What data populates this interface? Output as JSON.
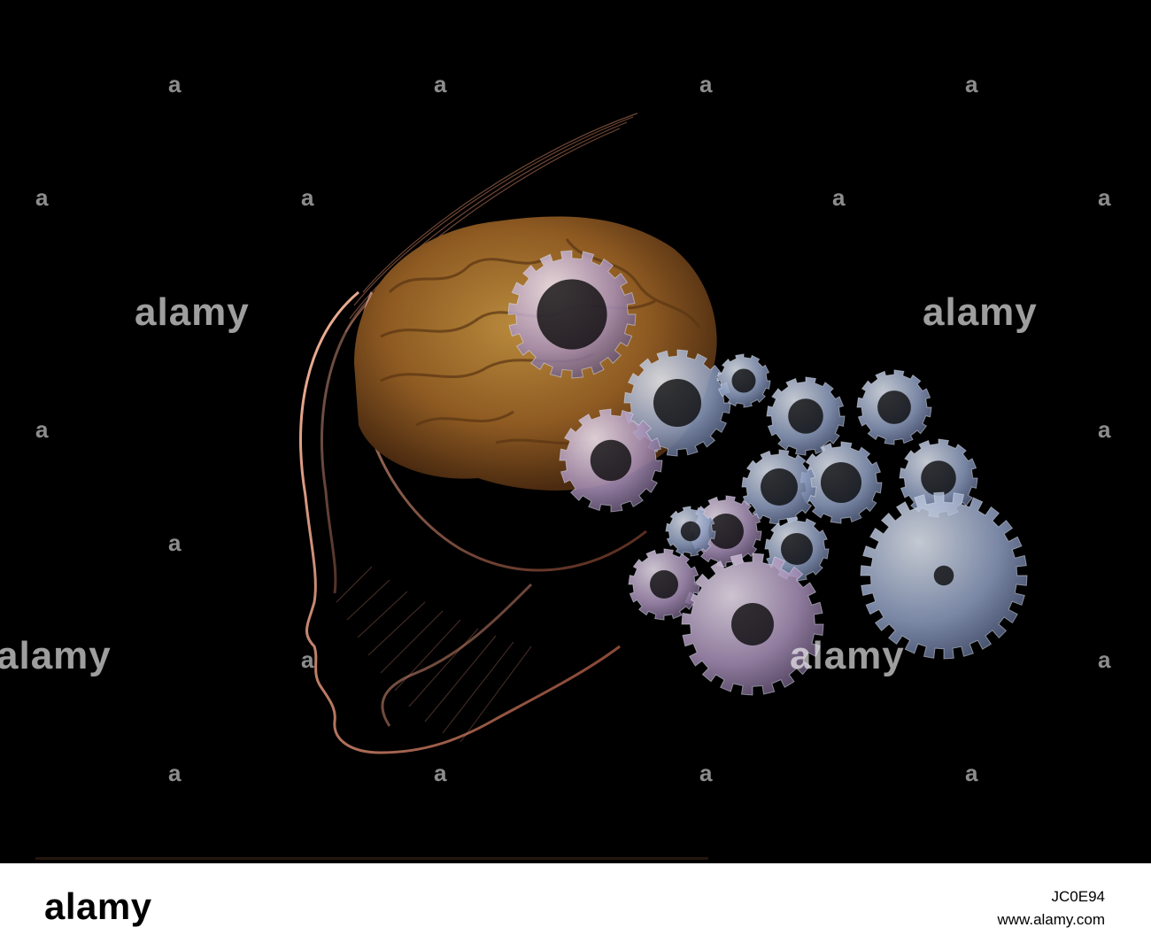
{
  "watermark": {
    "text": "alamy",
    "small": "a"
  },
  "footer": {
    "logo": "alamy",
    "image_id": "JC0E94",
    "site": "www.alamy.com"
  },
  "colors": {
    "background": "#000000",
    "brain": "#a8702e",
    "gears": "#8ea4c8",
    "face": "#d68a72"
  }
}
